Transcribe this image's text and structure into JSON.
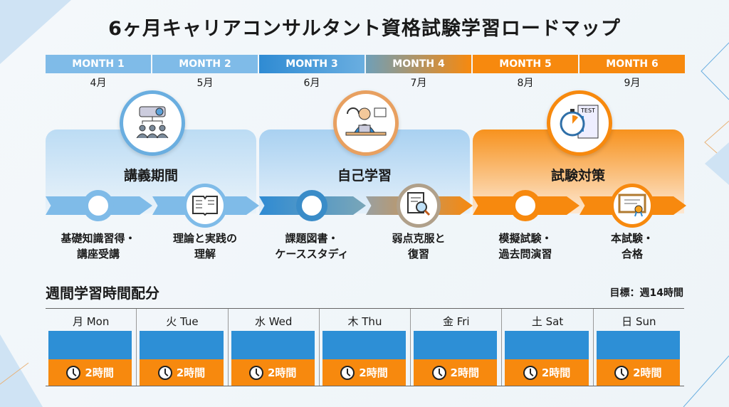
{
  "title": "6ヶ月キャリアコンサルタント資格試験学習ロードマップ",
  "months": [
    {
      "tag": "MONTH 1",
      "label": "4月",
      "color": "#7fbbe8"
    },
    {
      "tag": "MONTH 2",
      "label": "5月",
      "color": "#7fbbe8"
    },
    {
      "tag": "MONTH 3",
      "label": "6月",
      "color": "#2f8bd3"
    },
    {
      "tag": "MONTH 4",
      "label": "7月",
      "color": "#f7890e"
    },
    {
      "tag": "MONTH 5",
      "label": "8月",
      "color": "#f7890e"
    },
    {
      "tag": "MONTH 6",
      "label": "9月",
      "color": "#f7890e"
    }
  ],
  "phases": [
    {
      "title": "講義期間",
      "icon": "lecture-projector-icon"
    },
    {
      "title": "自己学習",
      "icon": "self-study-person-icon"
    },
    {
      "title": "試験対策",
      "icon": "stopwatch-test-icon"
    }
  ],
  "milestones": [
    {
      "line1": "基礎知識習得・",
      "line2": "講座受講",
      "icon": ""
    },
    {
      "line1": "理論と実践の",
      "line2": "理解",
      "icon": "open-book-icon"
    },
    {
      "line1": "課題図書・",
      "line2": "ケーススタディ",
      "icon": ""
    },
    {
      "line1": "弱点克服と",
      "line2": "復習",
      "icon": "document-search-icon"
    },
    {
      "line1": "模擬試験・",
      "line2": "過去問演習",
      "icon": ""
    },
    {
      "line1": "本試験・",
      "line2": "合格",
      "icon": "certificate-icon"
    }
  ],
  "weekly": {
    "title": "週間学習時間配分",
    "goal": "目標：週14時間",
    "days": [
      {
        "name": "月 Mon",
        "hours": "2時間"
      },
      {
        "name": "火 Tue",
        "hours": "2時間"
      },
      {
        "name": "水 Wed",
        "hours": "2時間"
      },
      {
        "name": "木 Thu",
        "hours": "2時間"
      },
      {
        "name": "金 Fri",
        "hours": "2時間"
      },
      {
        "name": "土 Sat",
        "hours": "2時間"
      },
      {
        "name": "日 Sun",
        "hours": "2時間"
      }
    ]
  }
}
